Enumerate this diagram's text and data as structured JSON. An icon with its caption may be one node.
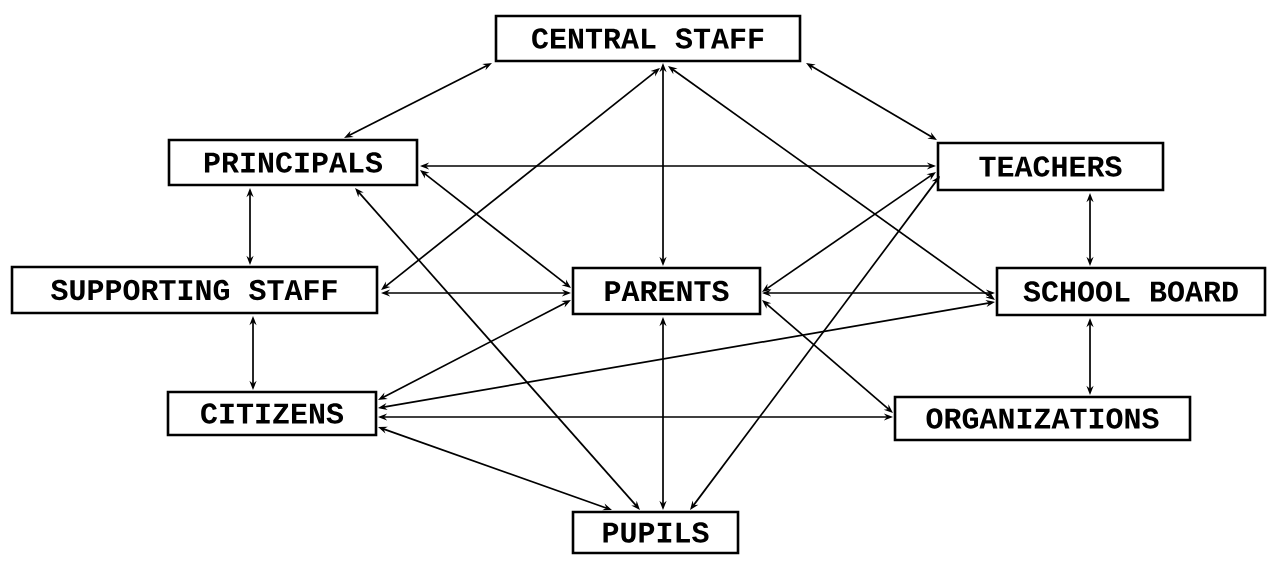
{
  "diagram": {
    "nodes": [
      {
        "text": [
          "CENTRAL STAFF"
        ]
      },
      {
        "text": [
          "PRINCIPALS"
        ]
      },
      {
        "text": [
          "TEACHERS"
        ]
      },
      {
        "text": [
          "SUPPORTING STAFF"
        ]
      },
      {
        "text": [
          "PARENTS"
        ]
      },
      {
        "text": [
          "SCHOOL BOARD"
        ]
      },
      {
        "text": [
          "CITIZENS"
        ]
      },
      {
        "text": [
          "ORGANIZATIONS"
        ]
      },
      {
        "text": [
          "PUPILS"
        ]
      }
    ],
    "edges": [
      {
        "from": 0,
        "to": 1,
        "arrow": "both"
      },
      {
        "from": 0,
        "to": 2,
        "arrow": "both"
      },
      {
        "from": 0,
        "to": 4,
        "arrow": "both"
      },
      {
        "from": 0,
        "to": 3,
        "arrow": "both"
      },
      {
        "from": 0,
        "to": 5,
        "arrow": "both"
      },
      {
        "from": 1,
        "to": 2,
        "arrow": "both"
      },
      {
        "from": 1,
        "to": 3,
        "arrow": "both"
      },
      {
        "from": 1,
        "to": 4,
        "arrow": "both"
      },
      {
        "from": 1,
        "to": 8,
        "arrow": "both"
      },
      {
        "from": 2,
        "to": 4,
        "arrow": "both"
      },
      {
        "from": 2,
        "to": 8,
        "arrow": "both"
      },
      {
        "from": 2,
        "to": 5,
        "arrow": "both"
      },
      {
        "from": 3,
        "to": 4,
        "arrow": "both"
      },
      {
        "from": 3,
        "to": 6,
        "arrow": "both"
      },
      {
        "from": 4,
        "to": 5,
        "arrow": "both"
      },
      {
        "from": 4,
        "to": 7,
        "arrow": "both"
      },
      {
        "from": 4,
        "to": 8,
        "arrow": "both"
      },
      {
        "from": 5,
        "to": 7,
        "arrow": "both"
      },
      {
        "from": 6,
        "to": 4,
        "arrow": "both"
      },
      {
        "from": 6,
        "to": 5,
        "arrow": "both"
      },
      {
        "from": 6,
        "to": 7,
        "arrow": "both"
      },
      {
        "from": 6,
        "to": 8,
        "arrow": "both"
      }
    ]
  }
}
